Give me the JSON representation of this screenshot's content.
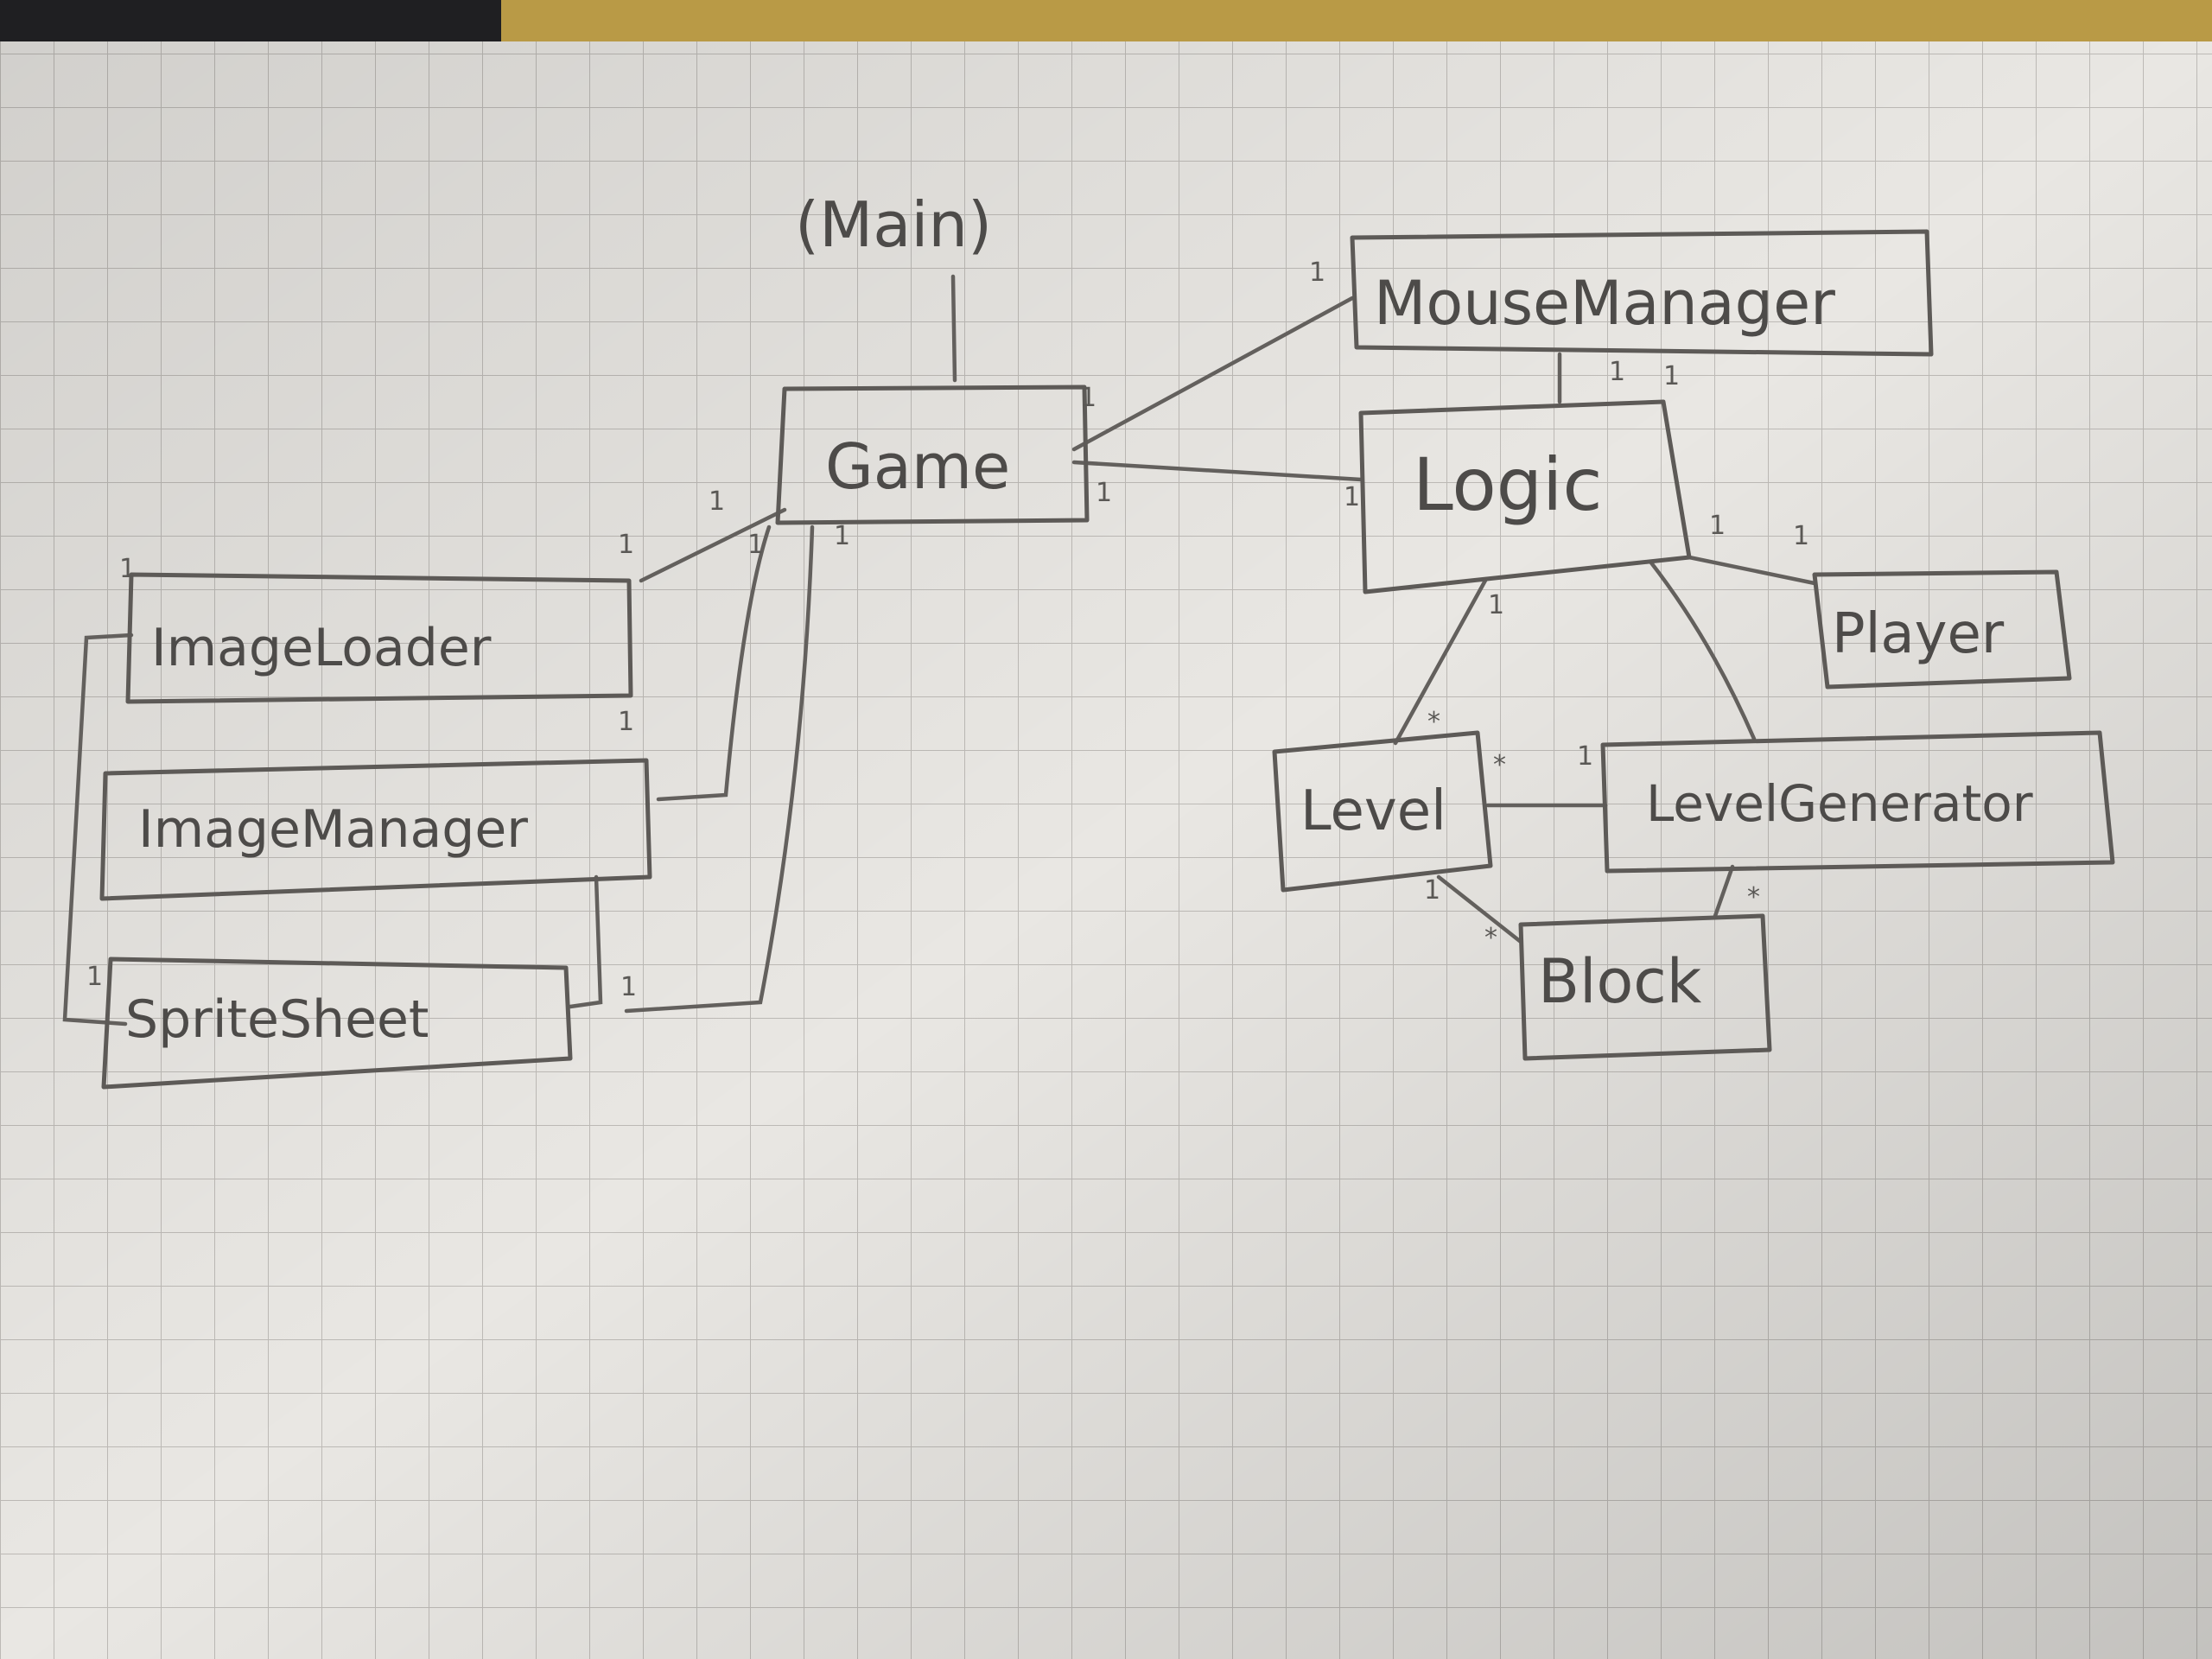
{
  "diagram": {
    "root_label": "(Main)",
    "nodes": {
      "game": "Game",
      "mouse_manager": "MouseManager",
      "logic": "Logic",
      "player": "Player",
      "level": "Level",
      "level_generator": "LevelGenerator",
      "block": "Block",
      "image_loader": "ImageLoader",
      "image_manager": "ImageManager",
      "sprite_sheet": "SpriteSheet"
    },
    "multiplicities": {
      "game_mouse": "1",
      "mouse_game": "1",
      "game_logic": "1",
      "logic_game": "1",
      "mouse_logic_a": "1",
      "mouse_logic_b": "1",
      "logic_level": "1",
      "level_logic": "*",
      "logic_player_a": "1",
      "logic_player_b": "1",
      "level_gen": "*",
      "gen_level": "1",
      "level_block_a": "1",
      "level_block_b": "*",
      "gen_block": "*",
      "game_loader": "1",
      "loader_game": "1",
      "game_manager": "1",
      "game_sheet": "1",
      "manager_loader": "1",
      "loader_left": "1",
      "sheet_left": "1",
      "sheet_manager": "1"
    }
  }
}
